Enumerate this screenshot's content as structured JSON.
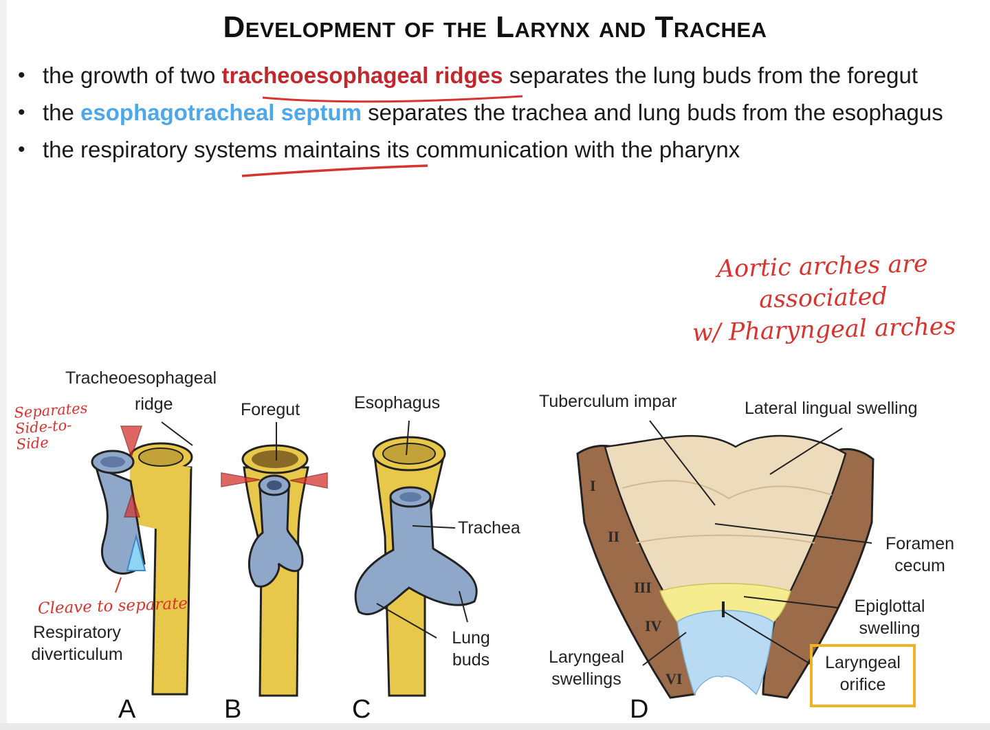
{
  "slide": {
    "title": "Development of the Larynx and Trachea",
    "bullets": [
      {
        "pre": "the growth of two ",
        "term": "tracheoesophageal ridges",
        "post": " separates the lung buds from the foregut"
      },
      {
        "pre": "the ",
        "term": "esophagotracheal septum",
        "post": " separates the trachea and lung buds from the esophagus"
      },
      {
        "pre": "the respiratory systems maintains its communication with the pharynx",
        "term": "",
        "post": ""
      }
    ],
    "colors": {
      "red_term": "#c0282d",
      "blue_term": "#4ea7e8",
      "annotation": "#d6342f",
      "box": "#f0b323",
      "tube_yellow": "#e8c84a",
      "tube_blue": "#8fa7c9",
      "arch_brown": "#9b6b4a"
    }
  },
  "annotations": {
    "aortic_line1": "Aortic arches are associated",
    "aortic_line2": "w/ Pharyngeal arches",
    "separates_line1": "Separates",
    "separates_line2": "Side-to-",
    "separates_line3": "Side",
    "cleave": "Cleave to separate"
  },
  "figure": {
    "labels": {
      "tracheo_line1": "Tracheoesophageal",
      "tracheo_line2": "ridge",
      "foregut": "Foregut",
      "esophagus": "Esophagus",
      "trachea": "Trachea",
      "respiratory_line1": "Respiratory",
      "respiratory_line2": "diverticulum",
      "lung_line1": "Lung",
      "lung_line2": "buds",
      "tuberculum": "Tuberculum impar",
      "lateral_lingual": "Lateral lingual swelling",
      "foramen_line1": "Foramen",
      "foramen_line2": "cecum",
      "epiglottal_line1": "Epiglottal",
      "epiglottal_line2": "swelling",
      "laryngeal_swellings_line1": "Laryngeal",
      "laryngeal_swellings_line2": "swellings",
      "laryngeal_orifice_line1": "Laryngeal",
      "laryngeal_orifice_line2": "orifice"
    },
    "panels": [
      "A",
      "B",
      "C",
      "D"
    ],
    "arches": [
      "I",
      "II",
      "III",
      "IV",
      "VI"
    ]
  }
}
